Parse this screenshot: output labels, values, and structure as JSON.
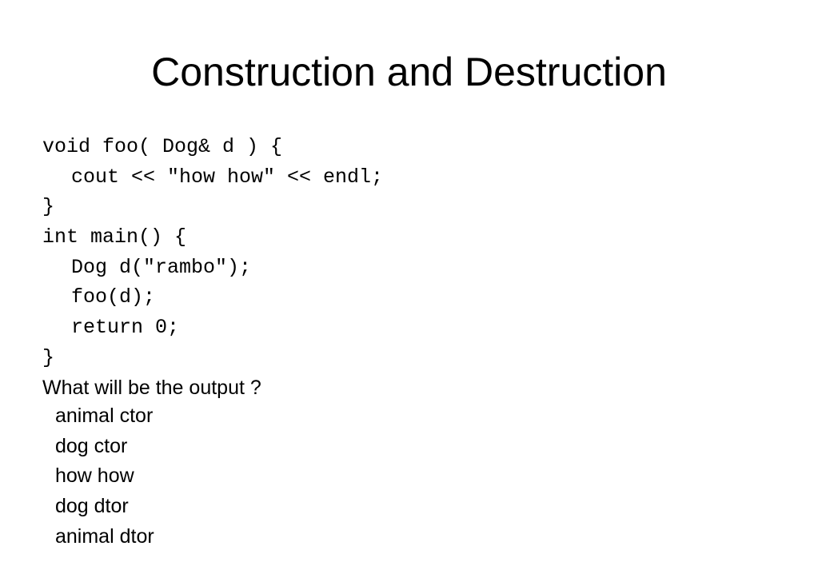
{
  "slide": {
    "title": "Construction and Destruction",
    "code_lines": [
      {
        "text": "void foo( Dog& d ) {",
        "indent": false
      },
      {
        "text": "cout << \"how how\" << endl;",
        "indent": true
      },
      {
        "text": "}",
        "indent": false
      },
      {
        "text": "int main() {",
        "indent": false
      },
      {
        "text": "Dog d(\"rambo\");",
        "indent": true
      },
      {
        "text": "foo(d);",
        "indent": true
      },
      {
        "text": "return 0;",
        "indent": true
      },
      {
        "text": "}",
        "indent": false
      }
    ],
    "question": "What will be the output ?",
    "answers": [
      "animal ctor",
      "dog ctor",
      "how how",
      "dog dtor",
      "animal dtor"
    ]
  }
}
